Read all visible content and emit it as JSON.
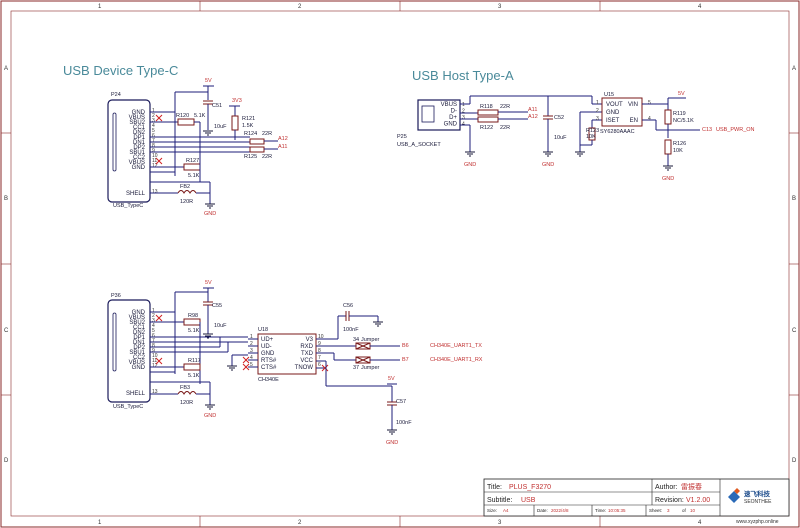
{
  "frame": {
    "cols": [
      "1",
      "2",
      "3",
      "4"
    ],
    "rows": [
      "A",
      "B",
      "C",
      "D"
    ]
  },
  "sections": {
    "device": "USB Device Type-C",
    "host": "USB Host Type-A"
  },
  "p24": {
    "ref": "P24",
    "footer": "USB_TypeC",
    "pins": [
      "GND",
      "VBUS",
      "SBU2",
      "CC1",
      "DN2",
      "DP1",
      "DN1",
      "DP2",
      "SBU1",
      "CC2",
      "VBUS",
      "GND",
      "SHELL"
    ],
    "nums": [
      "1",
      "2",
      "3",
      "4",
      "5",
      "6",
      "7",
      "8",
      "9",
      "10",
      "11",
      "12",
      "13"
    ]
  },
  "p36": {
    "ref": "P36",
    "footer": "USB_TypeC",
    "pins": [
      "GND",
      "VBUS",
      "SBU2",
      "CC1",
      "DN2",
      "DP1",
      "DN1",
      "DP2",
      "SBU1",
      "CC2",
      "VBUS",
      "GND",
      "SHELL"
    ],
    "nums": [
      "1",
      "2",
      "3",
      "4",
      "5",
      "6",
      "7",
      "8",
      "9",
      "10",
      "11",
      "12",
      "13"
    ]
  },
  "p25": {
    "ref": "P25",
    "footer": "USB_A_SOCKET",
    "pins": [
      "VBUS",
      "D-",
      "D+",
      "GND"
    ],
    "nums": [
      "1",
      "2",
      "3",
      "4"
    ]
  },
  "u15": {
    "ref": "U15",
    "part": "SY6280AAAC",
    "pins_l": [
      "VOUT",
      "GND",
      "ISET"
    ],
    "nums_l": [
      "1",
      "2",
      "3"
    ],
    "pins_r": [
      "VIN",
      "EN"
    ],
    "nums_r": [
      "5",
      "4"
    ]
  },
  "u18": {
    "ref": "U18",
    "part": "CH340E",
    "pins_l": [
      "UD+",
      "UD-",
      "GND",
      "RTS#",
      "CTS#"
    ],
    "nums_l": [
      "1",
      "2",
      "3",
      "4",
      "5"
    ],
    "pins_r": [
      "V3",
      "RXD",
      "TXD",
      "VCC",
      "TNOW"
    ],
    "nums_r": [
      "10",
      "9",
      "8",
      "7",
      "6"
    ]
  },
  "parts": {
    "c51": "C51",
    "c51v": "10uF",
    "r120": "R120",
    "r120v": "5.1K",
    "r121": "R121",
    "r121v": "1.5K",
    "r124": "R124",
    "r124v": "22R",
    "r125": "R125",
    "r125v": "22R",
    "r127": "R127",
    "r127v": "5.1K",
    "fb2": "FB2",
    "fb2v": "120R",
    "r118": "R118",
    "r118v": "22R",
    "r122": "R122",
    "r122v": "22R",
    "c52": "C52",
    "c52v": "10uF",
    "r123": "R123",
    "r123v": "10K",
    "r119": "R119",
    "r119v": "NC/5.1K",
    "r126": "R126",
    "r126v": "10K",
    "c55": "C55",
    "c55v": "10uF",
    "r98": "R98",
    "r98v": "5.1K",
    "r117": "R117",
    "r117v": "5.1K",
    "fb3": "FB3",
    "fb3v": "120R",
    "c56": "C56",
    "c56v": "100nF",
    "c57": "C57",
    "c57v": "100nF",
    "j34": "34",
    "j34v": "Jumper",
    "j37": "37",
    "j37v": "Jumper"
  },
  "nets": {
    "v5": "5V",
    "v33": "3V3",
    "gnd": "GND",
    "a12": "A12",
    "a11": "A11",
    "c13": "C13",
    "usb_pwr_on": "USB_PWR_ON",
    "b6": "B6",
    "b7": "B7",
    "rx_note": "CH340E_UART1_TX",
    "tx_note": "CH340E_UART1_RX"
  },
  "title_block": {
    "title_label": "Title:",
    "title": "PLUS_F3270",
    "subtitle_label": "Subtitle:",
    "subtitle": "USB",
    "author_label": "Author:",
    "author": "雷振春",
    "revision_label": "Revision:",
    "revision": "V1.2.00",
    "size_label": "Size:",
    "size": "A4",
    "date_label": "Date:",
    "date": "2022/4/8",
    "time_label": "Time:",
    "time": "10:05:35",
    "sheet_label": "Sheet:",
    "sheet": "3",
    "of_label": "of",
    "sheets": "10",
    "logo": "速飞科技",
    "logo_sub": "SEONTHEE",
    "website": "www.xyzphp.online"
  }
}
